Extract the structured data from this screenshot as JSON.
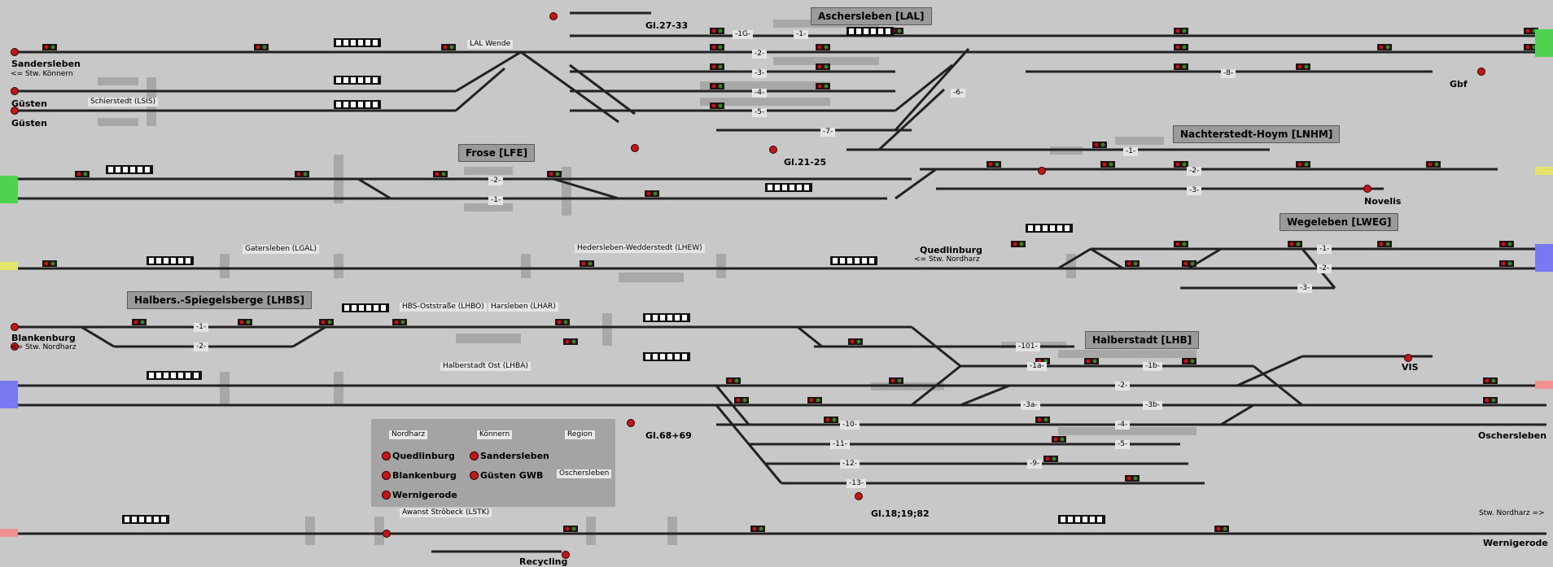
{
  "stations": {
    "aschersleben": "Aschersleben [LAL]",
    "frose": "Frose [LFE]",
    "nachterstedt": "Nachterstedt-Hoym [LNHM]",
    "wegeleben": "Wegeleben [LWEG]",
    "halberstadt_spiegelsberge": "Halbers.-Spiegelsberge [LHBS]",
    "halberstadt": "Halberstadt [LHB]"
  },
  "places": {
    "sandersleben": "Sandersleben",
    "stw_koennern": "<= Stw. Könnern",
    "guesten1": "Güsten",
    "guesten2": "Güsten",
    "blankenburg": "Blankenburg",
    "stw_nordharz_left": "<= Stw. Nordharz",
    "quedlinburg": "Quedlinburg",
    "stw_nordharz_mid": "<= Stw. Nordharz",
    "novelis": "Novelis",
    "gbf": "Gbf",
    "vis": "VIS",
    "oschersleben": "Oschersleben",
    "wernigerode": "Wernigerode",
    "stw_nordharz_right": "Stw. Nordharz =>",
    "recycling": "Recycling",
    "gl2733": "Gl.27-33",
    "gl2125": "Gl.21-25",
    "gl6869": "Gl.68+69",
    "gl181982": "Gl.18;19;82"
  },
  "sublabels": {
    "lal_wende": "LAL Wende",
    "schierstedt": "Schierstedt (LSIS)",
    "gatersleben": "Gatersleben (LGAL)",
    "hedersleben": "Hedersleben-Wedderstedt (LHEW)",
    "hbs_ost": "HBS-Oststraße (LHBO)",
    "harsleben": "Harsleben (LHAR)",
    "halberstadt_ost": "Halberstadt Ost (LHBA)",
    "awanst": "Awanst Ströbeck (LSTK)"
  },
  "tracks": {
    "t1g": "-1G-",
    "t1": "-1-",
    "t2": "-2-",
    "t3": "-3-",
    "t4": "-4-",
    "t5": "-5-",
    "t6": "-6-",
    "t7": "-7-",
    "t8": "-8-",
    "f2": "-2-",
    "f1": "-1-",
    "n1": "-1-",
    "n2": "-2-",
    "n3": "-3-",
    "w1": "-1-",
    "w2": "-2-",
    "w3": "-3-",
    "s1": "-1-",
    "s2": "-2-",
    "h101": "-101-",
    "h1a": "-1a-",
    "h1b": "-1b-",
    "h2": "-2-",
    "h3a": "-3a-",
    "h3b": "-3b-",
    "h4": "-4-",
    "h5": "-5-",
    "h9": "-9-",
    "h10": "-10-",
    "h11": "-11-",
    "h12": "-12-",
    "h13": "-13-"
  },
  "panel": {
    "nordharz": "Nordharz",
    "koennern": "Könnern",
    "region": "Region",
    "oschersleben": "Oschersleben",
    "quedlinburg": "Quedlinburg",
    "blankenburg": "Blankenburg",
    "wernigerode": "Wernigerode",
    "sandersleben": "Sandersleben",
    "guesten_gwb": "Güsten GWB"
  },
  "colors": {
    "background": "#c8c8c8",
    "track": "#222222",
    "signal_red": "#c01818",
    "signal_green": "#2f8a2f",
    "edge_green": "#4fd24f",
    "edge_blue": "#7878f0",
    "edge_yellow": "#e4e46a",
    "edge_pink": "#f09090"
  }
}
